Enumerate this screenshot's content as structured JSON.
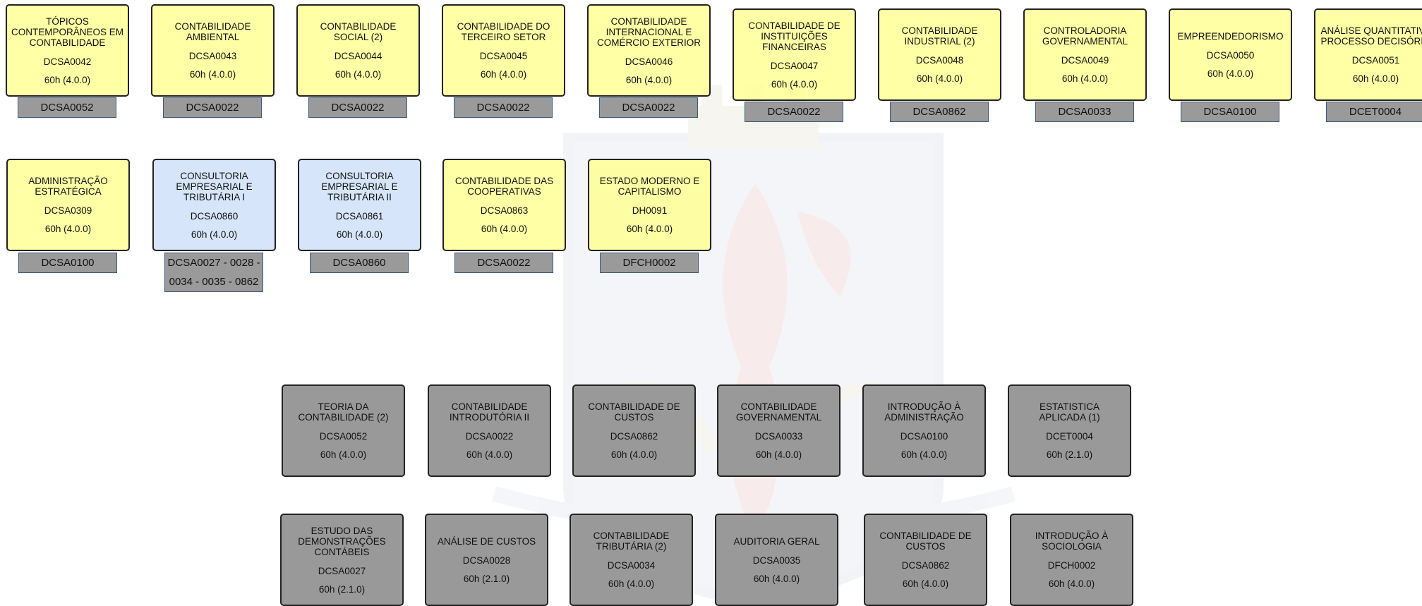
{
  "rows": [
    {
      "cards": [
        {
          "name": "TÓPICOS\nCONTEMPORÂNEOS EM\nCONTABILIDADE",
          "code": "DCSA0042",
          "hours": "60h (4.0.0)",
          "color": "yellow",
          "prereq": "DCSA0052"
        },
        {
          "name": "CONTABILIDADE\nAMBIENTAL",
          "code": "DCSA0043",
          "hours": "60h (4.0.0)",
          "color": "yellow",
          "prereq": "DCSA0022"
        },
        {
          "name": "CONTABILIDADE\nSOCIAL (2)",
          "code": "DCSA0044",
          "hours": "60h (4.0.0)",
          "color": "yellow",
          "prereq": "DCSA0022"
        },
        {
          "name": "CONTABILIDADE DO\nTERCEIRO SETOR",
          "code": "DCSA0045",
          "hours": "60h (4.0.0)",
          "color": "yellow",
          "prereq": "DCSA0022"
        },
        {
          "name": "CONTABILIDADE\nINTERNACIONAL E\nCOMÉRCIO EXTERIOR",
          "code": "DCSA0046",
          "hours": "60h (4.0.0)",
          "color": "yellow",
          "prereq": "DCSA0022"
        },
        {
          "name": "CONTABILIDADE DE\nINSTITUIÇÕES\nFINANCEIRAS",
          "code": "DCSA0047",
          "hours": "60h (4.0.0)",
          "color": "yellow",
          "prereq": "DCSA0022"
        },
        {
          "name": "CONTABILIDADE\nINDUSTRIAL (2)",
          "code": "DCSA0048",
          "hours": "60h (4.0.0)",
          "color": "yellow",
          "prereq": "DCSA0862"
        },
        {
          "name": "CONTROLADORIA\nGOVERNAMENTAL",
          "code": "DCSA0049",
          "hours": "60h (4.0.0)",
          "color": "yellow",
          "prereq": "DCSA0033"
        },
        {
          "name": "EMPREENDEDORISMO",
          "code": "DCSA0050",
          "hours": "60h (4.0.0)",
          "color": "yellow",
          "prereq": "DCSA0100"
        },
        {
          "name": "ANÁLISE QUANTITATIVA\nPROCESSO DECISÓRIO",
          "code": "DCSA0051",
          "hours": "60h (4.0.0)",
          "color": "yellow",
          "prereq": "DCET0004"
        }
      ]
    },
    {
      "cards": [
        {
          "name": "ADMINISTRAÇÃO\nESTRATÉGICA",
          "code": "DCSA0309",
          "hours": "60h (4.0.0)",
          "color": "yellow",
          "prereq": "DCSA0100"
        },
        {
          "name": "CONSULTORIA\nEMPRESARIAL E\nTRIBUTÁRIA I",
          "code": "DCSA0860",
          "hours": "60h (4.0.0)",
          "color": "blue",
          "prereq": "DCSA0027 - 0028 -\n0034 - 0035 - 0862"
        },
        {
          "name": "CONSULTORIA\nEMPRESARIAL E\nTRIBUTÁRIA II",
          "code": "DCSA0861",
          "hours": "60h (4.0.0)",
          "color": "blue",
          "prereq": "DCSA0860"
        },
        {
          "name": "CONTABILIDADE DAS\nCOOPERATIVAS",
          "code": "DCSA0863",
          "hours": "60h (4.0.0)",
          "color": "yellow",
          "prereq": "DCSA0022"
        },
        {
          "name": "ESTADO MODERNO E\nCAPITALISMO",
          "code": "DH0091",
          "hours": "60h (4.0.0)",
          "color": "yellow",
          "prereq": "DFCH0002"
        }
      ]
    },
    {
      "cards": [
        {
          "name": "TEORIA DA\nCONTABILIDADE (2)",
          "code": "DCSA0052",
          "hours": "60h (4.0.0)",
          "color": "gray"
        },
        {
          "name": "CONTABILIDADE\nINTRODUTÓRIA II",
          "code": "DCSA0022",
          "hours": "60h (4.0.0)",
          "color": "gray"
        },
        {
          "name": "CONTABILIDADE DE\nCUSTOS",
          "code": "DCSA0862",
          "hours": "60h (4.0.0)",
          "color": "gray"
        },
        {
          "name": "CONTABILIDADE\nGOVERNAMENTAL",
          "code": "DCSA0033",
          "hours": "60h (4.0.0)",
          "color": "gray"
        },
        {
          "name": "INTRODUÇÃO À\nADMINISTRAÇÃO",
          "code": "DCSA0100",
          "hours": "60h (4.0.0)",
          "color": "gray"
        },
        {
          "name": "ESTATISTICA\nAPLICADA (1)",
          "code": "DCET0004",
          "hours": "60h (2.1.0)",
          "color": "gray"
        }
      ]
    },
    {
      "cards": [
        {
          "name": "ESTUDO DAS\nDEMONSTRAÇÕES\nCONTÁBEIS",
          "code": "DCSA0027",
          "hours": "60h (2.1.0)",
          "color": "gray"
        },
        {
          "name": "ANÁLISE DE CUSTOS",
          "code": "DCSA0028",
          "hours": "60h (2.1.0)",
          "color": "gray"
        },
        {
          "name": "CONTABILIDADE\nTRIBUTÁRIA (2)",
          "code": "DCSA0034",
          "hours": "60h (4.0.0)",
          "color": "gray"
        },
        {
          "name": "AUDITORIA GERAL",
          "code": "DCSA0035",
          "hours": "60h (4.0.0)",
          "color": "gray"
        },
        {
          "name": "CONTABILIDADE DE\nCUSTOS",
          "code": "DCSA0862",
          "hours": "60h (4.0.0)",
          "color": "gray"
        },
        {
          "name": "INTRODUÇÃO À\nSOCIOLOGIA",
          "code": "DFCH0002",
          "hours": "60h (4.0.0)",
          "color": "gray"
        }
      ]
    }
  ]
}
